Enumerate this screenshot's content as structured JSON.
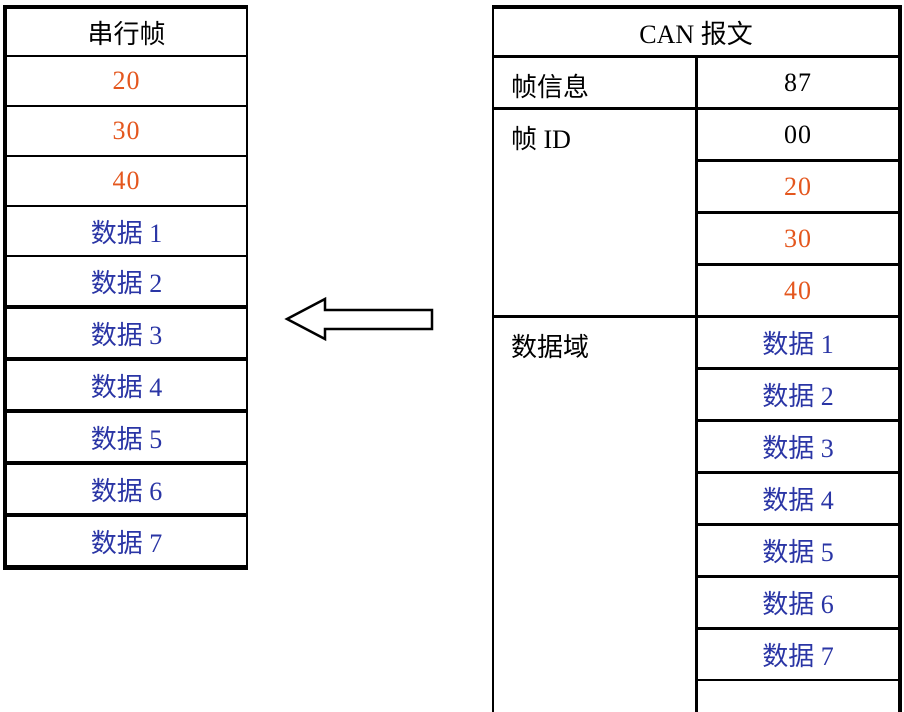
{
  "colors": {
    "orange": "#E4571E",
    "blue": "#2A35A5",
    "black": "#000000",
    "border": "#000000",
    "background": "#FFFFFF"
  },
  "left_table": {
    "title": "串行帧",
    "rows": [
      {
        "text": "20",
        "color": "orange",
        "numeric": true
      },
      {
        "text": "30",
        "color": "orange",
        "numeric": true
      },
      {
        "text": "40",
        "color": "orange",
        "numeric": true
      },
      {
        "text": "数据 1",
        "color": "blue"
      },
      {
        "text": "数据 2",
        "color": "blue"
      },
      {
        "text": "数据 3",
        "color": "blue"
      },
      {
        "text": "数据 4",
        "color": "blue"
      },
      {
        "text": "数据 5",
        "color": "blue"
      },
      {
        "text": "数据 6",
        "color": "blue"
      },
      {
        "text": "数据 7",
        "color": "blue"
      }
    ]
  },
  "arrow": {
    "direction": "left",
    "style": "hollow-block-arrow"
  },
  "right_table": {
    "title": "CAN 报文",
    "sections": [
      {
        "label": "帧信息",
        "values": [
          {
            "text": "87",
            "color": "black",
            "numeric": true
          }
        ]
      },
      {
        "label": "帧 ID",
        "values": [
          {
            "text": "00",
            "color": "black",
            "numeric": true
          },
          {
            "text": "20",
            "color": "orange",
            "numeric": true
          },
          {
            "text": "30",
            "color": "orange",
            "numeric": true
          },
          {
            "text": "40",
            "color": "orange",
            "numeric": true
          }
        ]
      },
      {
        "label": "数据域",
        "values": [
          {
            "text": "数据 1",
            "color": "blue"
          },
          {
            "text": "数据 2",
            "color": "blue"
          },
          {
            "text": "数据 3",
            "color": "blue"
          },
          {
            "text": "数据 4",
            "color": "blue"
          },
          {
            "text": "数据 5",
            "color": "blue"
          },
          {
            "text": "数据 6",
            "color": "blue"
          },
          {
            "text": "数据 7",
            "color": "blue"
          },
          {
            "text": "",
            "color": "black",
            "empty": true
          }
        ]
      }
    ]
  }
}
